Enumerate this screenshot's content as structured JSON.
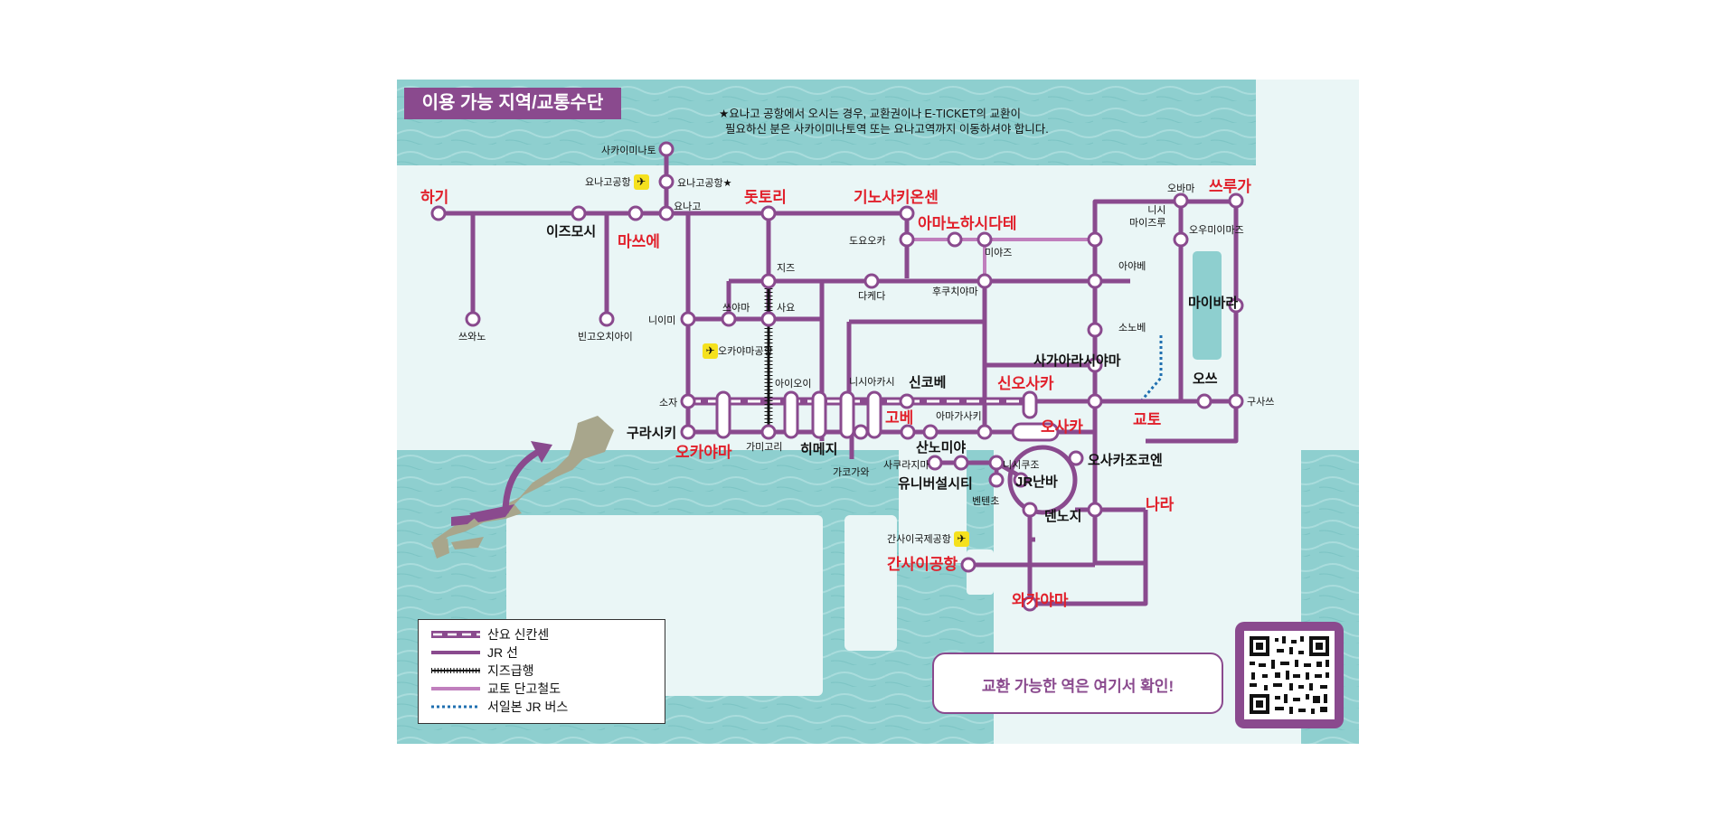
{
  "title": "이용 가능 지역/교통수단",
  "note": {
    "line1": "★요나고 공항에서 오시는 경우, 교환권이나 E-TICKET의 교환이",
    "line2": "필요하신 분은 사카이미나토역 또는 요나고역까지 이동하셔야 합니다."
  },
  "colors": {
    "jr_line": "#8a4a8e",
    "kyoto_tango": "#c07fbd",
    "west_jr_bus": "#1f6fb0",
    "station_red": "#e1202b",
    "sea": "#8ecfcf",
    "land": "#eaf6f6"
  },
  "legend": {
    "shinkansen": "산요 신칸센",
    "jr": "JR 선",
    "chizu": "지즈급행",
    "tango": "교토 단고철도",
    "bus": "서일본 JR 버스"
  },
  "qr_callout": "교환 가능한 역은 여기서 확인!",
  "icons": {
    "airport": "airplane-icon",
    "arrow": "curved-arrow-icon",
    "qr": "qr-code-icon"
  },
  "stations": {
    "hagi": "하기",
    "izumoshi": "이즈모시",
    "matsue": "마쓰에",
    "tsuwano": "쓰와노",
    "bingo": "빈고오치아이",
    "sakaiminato": "사카이미나토",
    "yonago_airport_st": "요나고공항★",
    "yonago_airport": "요나고공항",
    "yonago": "요나고",
    "tottori": "돗토리",
    "kinosaki": "기노사키온센",
    "amanohashidate": "아마노하시다테",
    "toyooka": "도요오카",
    "miyazu": "미야즈",
    "obama": "오바마",
    "tsuruga": "쓰루가",
    "nishi_maizuru": "니시\n마이즈루",
    "omi_imazu": "오우미이마즈",
    "chizu": "지즈",
    "sayo": "사요",
    "tsuyama": "쓰야마",
    "niimi": "니이미",
    "okayama_airport": "오카야마공항",
    "takeda": "다케다",
    "fukuchiyama": "후쿠치야마",
    "ayabe": "아야베",
    "sonobe": "소노베",
    "maibara": "마이바라",
    "aioi": "아이오이",
    "nishi_akashi": "니시아카시",
    "shin_kobe": "신코베",
    "shin_osaka": "신오사카",
    "saga_arashiyama": "사가아라시야마",
    "otsu": "오쓰",
    "kusatsu": "구사쓰",
    "souja": "소자",
    "kurashiki": "구라시키",
    "okayama": "오카야마",
    "kamigori": "가미고리",
    "himeji": "히메지",
    "kakogawa": "가코가와",
    "kobe": "고베",
    "sannomiya": "산노미야",
    "amagasaki": "아마가사키",
    "osaka": "오사카",
    "kyoto": "교토",
    "sakurajima": "사쿠라지마",
    "nishikujo": "니시쿠조",
    "osakajokoen": "오사카조코엔",
    "usj": "유니버설시티",
    "jr_namba": "JR난바",
    "bentencho": "벤텐초",
    "nara": "나라",
    "tennoji": "덴노지",
    "kix_st": "간사이국제공항",
    "kix": "간사이공항",
    "wakayama": "와카야마"
  }
}
